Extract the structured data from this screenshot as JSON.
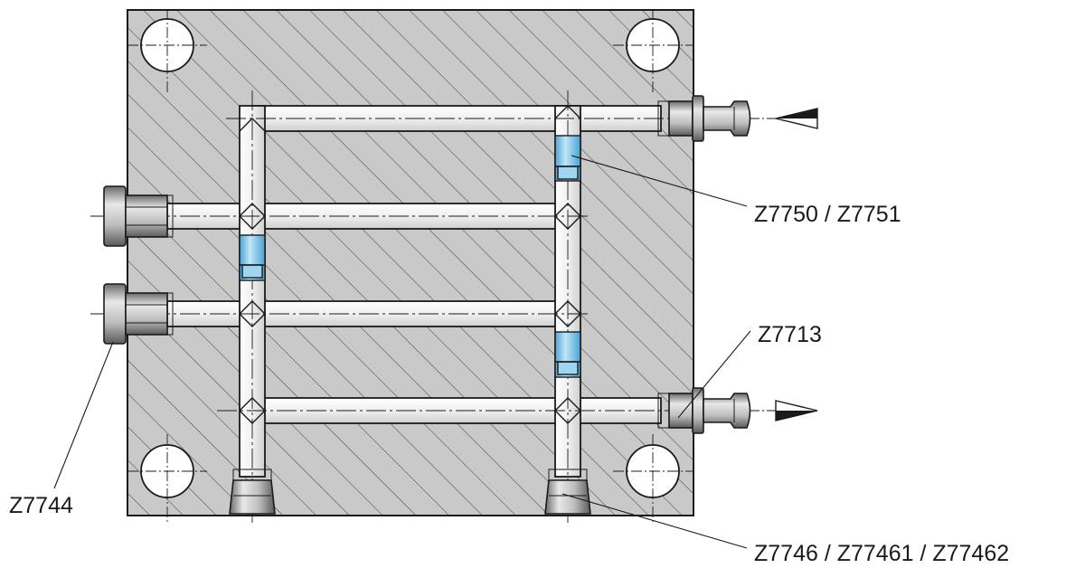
{
  "labels": {
    "plug_1": "Z7750 / Z7751",
    "coupling": "Z7713",
    "plug_2": "Z7744",
    "plug_3": "Z7746 / Z77461 / Z77462"
  },
  "colors": {
    "plate_fill": "#c9c9c9",
    "hatch": "#4a4a4a",
    "channel_fill": "#f4f4f4",
    "plug_blue": "#7fc8ec",
    "fitting_fill": "#d6d6d6",
    "outline": "#1a1a1a"
  }
}
